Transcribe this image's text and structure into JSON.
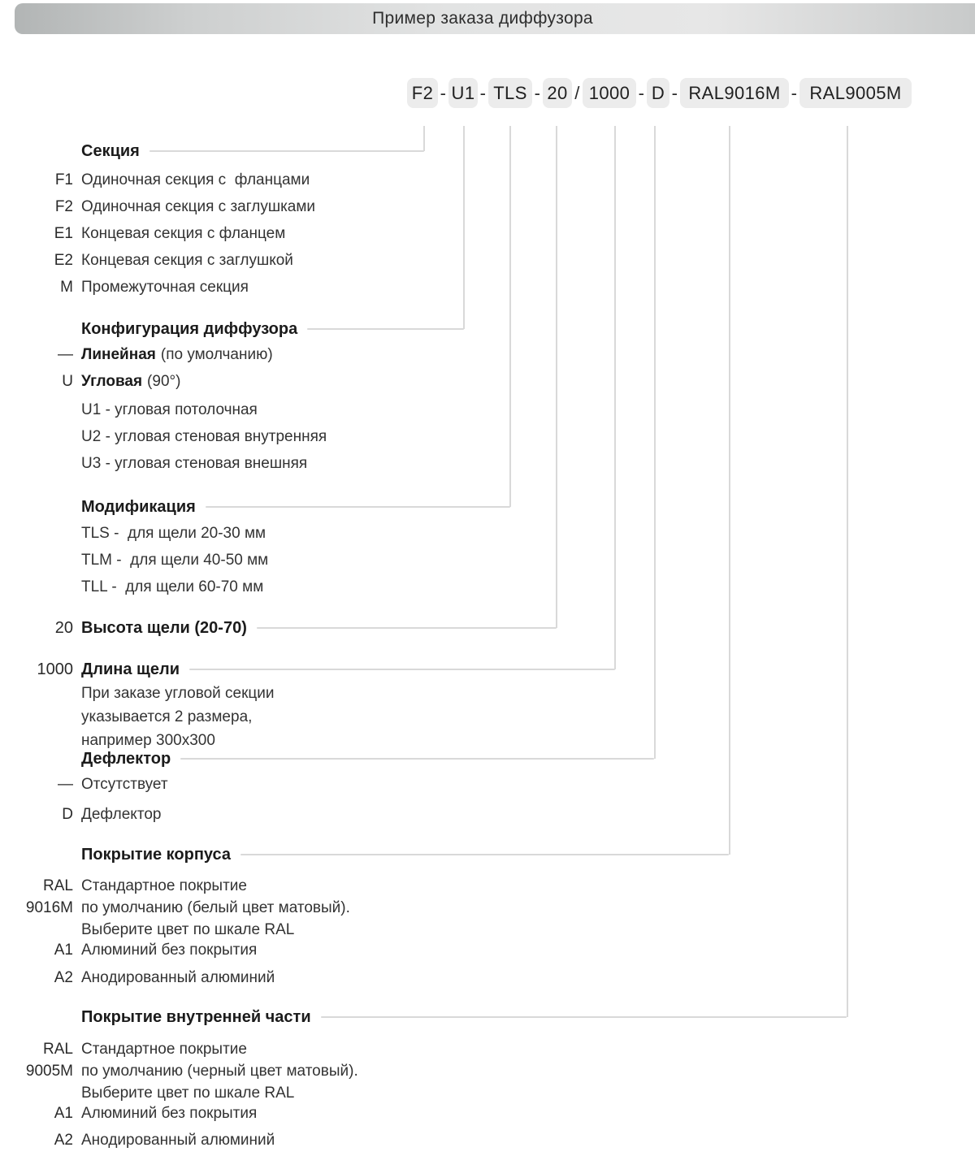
{
  "header": {
    "title": "Пример заказа диффузора"
  },
  "code": {
    "parts": [
      "F2",
      "U1",
      "TLS",
      "20",
      "1000",
      "D",
      "RAL9016M",
      "RAL9005M"
    ],
    "separators": [
      "-",
      "-",
      "-",
      "/",
      "-",
      "-",
      "-"
    ]
  },
  "sections": {
    "section": {
      "heading": "Секция",
      "items": [
        {
          "code": "F1",
          "text": "Одиночная секция с  фланцами"
        },
        {
          "code": "F2",
          "text": "Одиночная секция с заглушками"
        },
        {
          "code": "E1",
          "text": "Концевая секция с фланцем"
        },
        {
          "code": "E2",
          "text": "Концевая секция с заглушкой"
        },
        {
          "code": "M",
          "text": "Промежуточная секция"
        }
      ]
    },
    "configuration": {
      "heading": "Конфигурация диффузора",
      "items": [
        {
          "code": "—",
          "bold": "Линейная",
          "rest": "(по умолчанию)"
        },
        {
          "code": "U",
          "bold": "Угловая",
          "rest": "(90°)"
        }
      ],
      "subitems": [
        "U1 - угловая потолочная",
        "U2 - угловая стеновая внутренняя",
        "U3 - угловая стеновая внешняя"
      ]
    },
    "modification": {
      "heading": "Модификация",
      "items": [
        "TLS -  для щели 20-30 мм",
        "TLM -  для щели 40-50 мм",
        "TLL -  для щели 60-70 мм"
      ]
    },
    "slot_height": {
      "code": "20",
      "heading": "Высота щели (20-70)"
    },
    "slot_length": {
      "code": "1000",
      "heading": "Длина щели",
      "note_lines": [
        "При заказе угловой секции",
        "указывается 2 размера,",
        "например 300х300"
      ]
    },
    "deflector": {
      "heading": "Дефлектор",
      "items": [
        {
          "code": "—",
          "text": "Отсутствует"
        },
        {
          "code": "D",
          "text": "Дефлектор"
        }
      ]
    },
    "body_coating": {
      "heading": "Покрытие корпуса",
      "default": {
        "code_lines": [
          "RAL",
          "9016M"
        ],
        "desc_lines": [
          "Стандартное покрытие",
          "по умолчанию (белый цвет матовый).",
          "Выберите цвет по шкале RAL"
        ]
      },
      "items": [
        {
          "code": "A1",
          "text": "Алюминий без покрытия"
        },
        {
          "code": "A2",
          "text": "Анодированный алюминий"
        }
      ]
    },
    "inner_coating": {
      "heading": "Покрытие внутренней части",
      "default": {
        "code_lines": [
          "RAL",
          "9005M"
        ],
        "desc_lines": [
          "Стандартное покрытие",
          "по умолчанию (черный цвет матовый).",
          "Выберите цвет по шкале RAL"
        ]
      },
      "items": [
        {
          "code": "A1",
          "text": "Алюминий без покрытия"
        },
        {
          "code": "A2",
          "text": "Анодированный алюминий"
        }
      ]
    }
  },
  "colors": {
    "code_box_bg": "#ececec",
    "connector_line": "#d9d9d9",
    "header_gradient_left": "#b2b5b5",
    "header_gradient_mid": "#e6e6e6",
    "header_gradient_right": "#c8caca",
    "text": "#2d2d2d"
  }
}
